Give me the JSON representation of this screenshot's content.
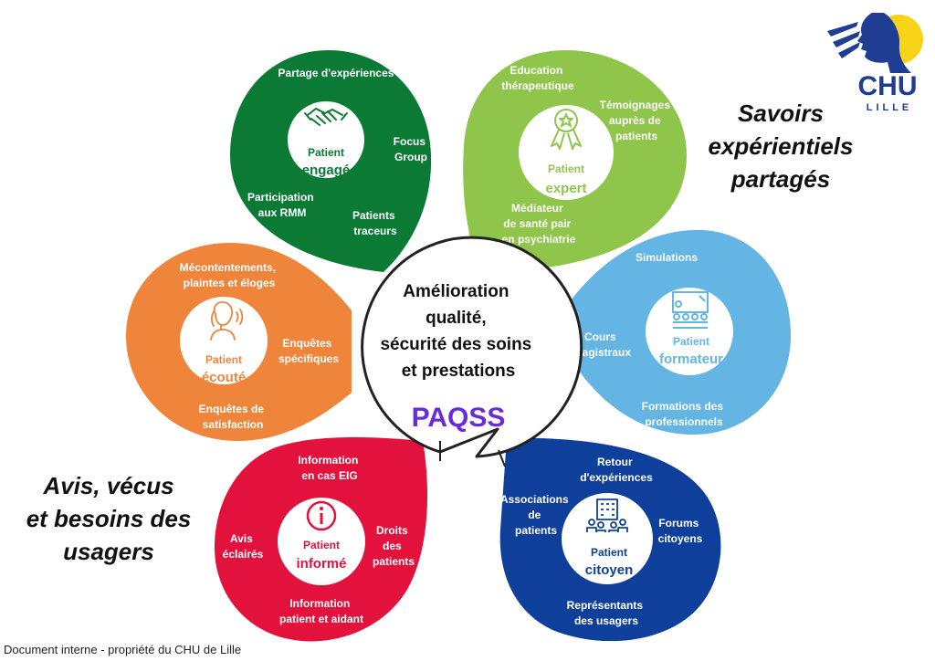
{
  "colors": {
    "engage": "#0b7a35",
    "expert": "#8fc54a",
    "formateur": "#64b5e3",
    "citoyen": "#0e3f9a",
    "informe": "#e2123c",
    "ecoute": "#ef853a",
    "paqss": "#6a2bd9"
  },
  "center": {
    "lines": [
      "Amélioration",
      "qualité,",
      "sécurité des soins",
      "et prestations"
    ],
    "paqss": "PAQSS"
  },
  "engage": {
    "patient": "Patient",
    "name": "engagé",
    "icon": "handshake-icon",
    "items": [
      [
        "Partage d'expériences"
      ],
      [
        "Focus",
        "Group"
      ],
      [
        "Participation",
        "aux RMM"
      ],
      [
        "Patients",
        "traceurs"
      ]
    ]
  },
  "expert": {
    "patient": "Patient",
    "name": "expert",
    "icon": "award-ribbon-icon",
    "items": [
      [
        "Education",
        "thérapeutique"
      ],
      [
        "Témoignages",
        "auprès de",
        "patients"
      ],
      [
        "Médiateur",
        "de santé pair",
        "en psychiatrie"
      ]
    ]
  },
  "formateur": {
    "patient": "Patient",
    "name": "formateur",
    "icon": "classroom-icon",
    "items": [
      [
        "Simulations"
      ],
      [
        "Cours",
        "magistraux"
      ],
      [
        "Formations des",
        "professionnels"
      ]
    ]
  },
  "citoyen": {
    "patient": "Patient",
    "name": "citoyen",
    "icon": "community-building-icon",
    "items": [
      [
        "Retour",
        "d'expériences"
      ],
      [
        "Associations",
        "de",
        "patients"
      ],
      [
        "Forums",
        "citoyens"
      ],
      [
        "Représentants",
        "des usagers"
      ]
    ]
  },
  "informe": {
    "patient": "Patient",
    "name": "informé",
    "icon": "info-icon",
    "items": [
      [
        "Information",
        "en cas EIG"
      ],
      [
        "Avis",
        "éclairés"
      ],
      [
        "Droits",
        "des",
        "patients"
      ],
      [
        "Information",
        "patient et aidant"
      ]
    ]
  },
  "ecoute": {
    "patient": "Patient",
    "name": "écouté",
    "icon": "person-speaking-icon",
    "items": [
      [
        "Mécontentements,",
        "plaintes et éloges"
      ],
      [
        "Enquêtes",
        "spécifiques"
      ],
      [
        "Enquêtes de",
        "satisfaction"
      ]
    ]
  },
  "savoirs": [
    "Savoirs",
    "expérientiels",
    "partagés"
  ],
  "avis": [
    "Avis, vécus",
    "et besoins des",
    "usagers"
  ],
  "logo": {
    "name": "CHU",
    "city": "LILLE"
  },
  "footer": "Document interne - propriété du CHU de Lille"
}
